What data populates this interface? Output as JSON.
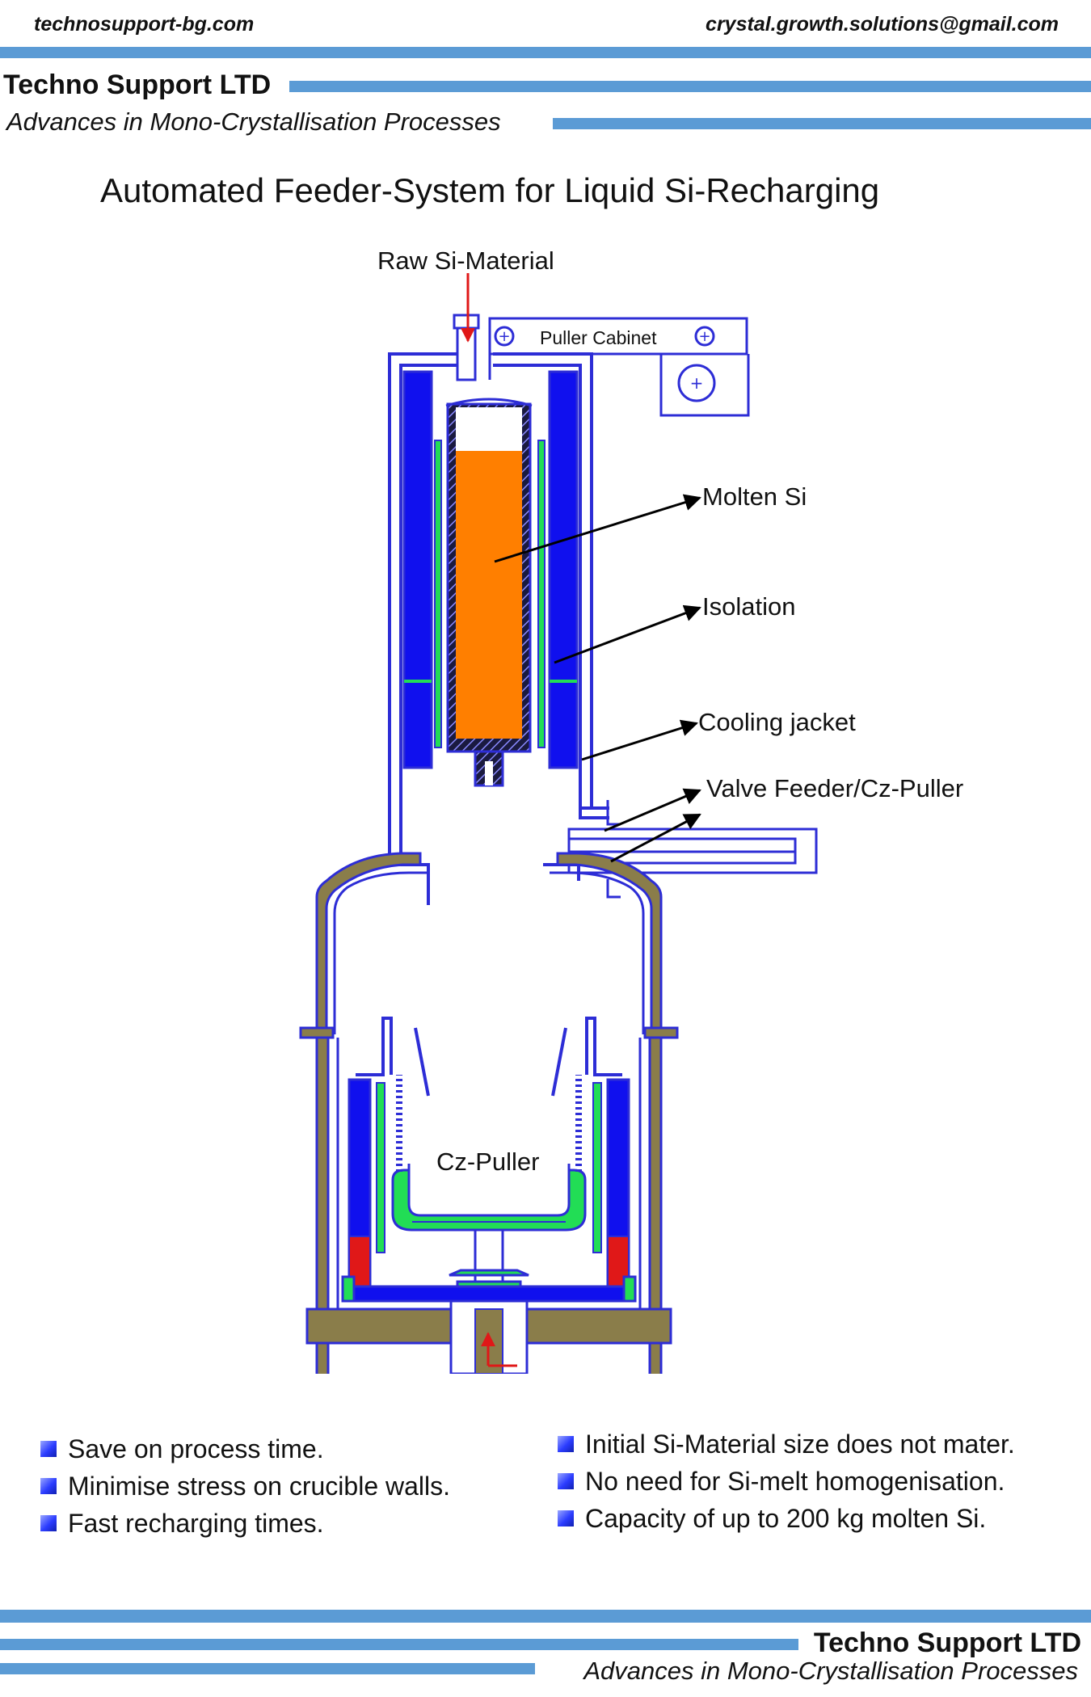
{
  "header": {
    "website": "technosupport-bg.com",
    "email": "crystal.growth.solutions@gmail.com",
    "company": "Techno Support LTD",
    "tagline": "Advances in Mono-Crystallisation Processes"
  },
  "title": "Automated Feeder-System for Liquid Si-Recharging",
  "diagram": {
    "raw_material": "Raw Si-Material",
    "puller_cabinet": "Puller Cabinet",
    "molten_si": "Molten Si",
    "isolation": "Isolation",
    "cooling_jacket": "Cooling jacket",
    "valve": "Valve Feeder/Cz-Puller",
    "cz_puller": "Cz-Puller",
    "colors": {
      "molten": "#ff7f00",
      "heater": "#1010ee",
      "outline": "#2d2dd6",
      "insulation": "#22dd55",
      "chamber": "#8a7d4a",
      "arrow_in": "#e01818"
    }
  },
  "bullets_left": [
    "Save on process time.",
    "Minimise stress on crucible walls.",
    "Fast recharging times."
  ],
  "bullets_right": [
    "Initial Si-Material size does not mater.",
    "No need for Si-melt homogenisation.",
    "Capacity of  up to 200 kg molten Si."
  ],
  "footer": {
    "company": "Techno Support LTD",
    "tagline": "Advances in Mono-Crystallisation Processes"
  }
}
